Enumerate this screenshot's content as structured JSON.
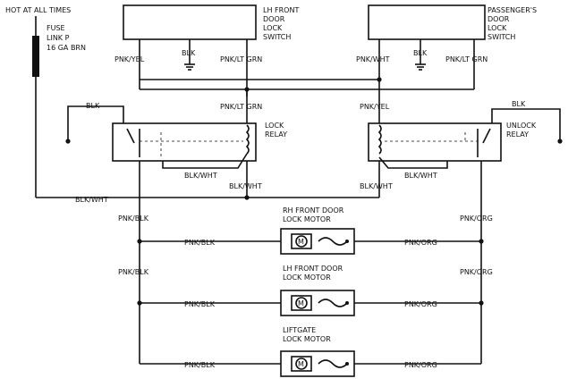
{
  "top_left": {
    "header": "HOT AT ALL TIMES",
    "fuse_line1": "FUSE",
    "fuse_line2": "LINK P",
    "fuse_line3": "16 GA BRN"
  },
  "lh_switch": {
    "line1": "LH FRONT",
    "line2": "DOOR",
    "line3": "LOCK",
    "line4": "SWITCH",
    "wire_left": "PNK/YEL",
    "wire_gnd": "BLK",
    "wire_right": "PNK/LT GRN"
  },
  "pass_switch": {
    "line1": "PASSENGER'S",
    "line2": "DOOR",
    "line3": "LOCK",
    "line4": "SWITCH",
    "wire_left": "PNK/WHT",
    "wire_gnd": "BLK",
    "wire_right": "PNK/LT GRN"
  },
  "lock_relay": {
    "line1": "LOCK",
    "line2": "RELAY",
    "input_wire": "PNK/LT GRN",
    "gnd_wire": "BLK",
    "inner_wire": "BLK/WHT",
    "out_wire": "BLK/WHT"
  },
  "unlock_relay": {
    "line1": "UNLOCK",
    "line2": "RELAY",
    "input_wire": "PNK/YEL",
    "gnd_wire": "BLK",
    "inner_wire": "BLK/WHT",
    "out_wire": "BLK/WHT"
  },
  "feed_wire": "BLK/WHT",
  "motors": [
    {
      "line1": "RH FRONT DOOR",
      "line2": "LOCK MOTOR",
      "left_wire": "PNK/BLK",
      "right_wire": "PNK/ORG",
      "symbol": "M"
    },
    {
      "line1": "LH FRONT DOOR",
      "line2": "LOCK MOTOR",
      "left_wire": "PNK/BLK",
      "right_wire": "PNK/ORG",
      "symbol": "M"
    },
    {
      "line1": "LIFTGATE",
      "line2": "LOCK MOTOR",
      "left_wire": "PNK/BLK",
      "right_wire": "PNK/ORG",
      "symbol": "M"
    }
  ],
  "left_bus": {
    "label1": "PNK/BLK",
    "label2": "PNK/BLK"
  },
  "right_bus": {
    "label1": "PNK/ORG",
    "label2": "PNK/ORG"
  }
}
